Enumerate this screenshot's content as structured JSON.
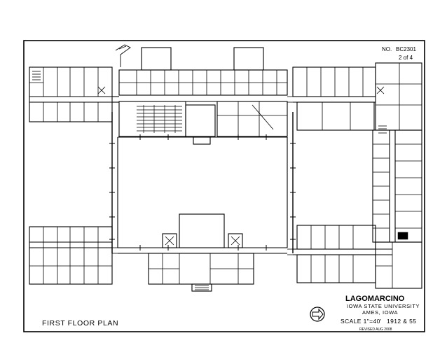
{
  "sheet": {
    "number_label": "NO.",
    "number": "BC2301",
    "page": "2 of 4",
    "title": "FIRST FLOOR PLAN"
  },
  "title_block": {
    "building": "LAGOMARCINO",
    "institution": "IOWA STATE UNIVERSITY",
    "location": "AMES, IOWA",
    "scale": "SCALE 1\"=40'",
    "years": "1912 & 55",
    "revised": "REVISED   AUG 2008"
  },
  "colors": {
    "line": "#000000",
    "paper": "#ffffff"
  },
  "icons": {
    "north_arrow": "north-arrow-icon"
  }
}
